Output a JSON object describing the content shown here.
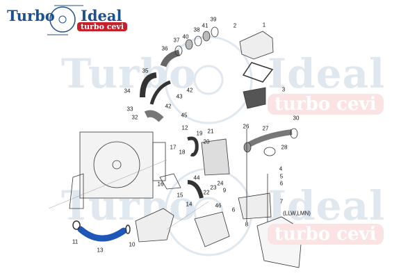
{
  "logo": {
    "left": "Turbo",
    "right": "Ideal",
    "badge": "turbo cevi"
  },
  "watermark": {
    "left": "Turbo",
    "right": "Ideal",
    "badge": "turbo cevi"
  },
  "variant_note": "(LLW,LMN)",
  "highlight_color": "#1f57b8",
  "callouts": [
    "39",
    "2",
    "1",
    "41",
    "38",
    "40",
    "37",
    "36",
    "35",
    "3",
    "42",
    "34",
    "43",
    "33",
    "42",
    "32",
    "45",
    "30",
    "26",
    "27",
    "12",
    "19",
    "21",
    "20",
    "28",
    "17",
    "18",
    "4",
    "44",
    "5",
    "16",
    "24",
    "6",
    "23",
    "22",
    "9",
    "15",
    "7",
    "14",
    "46",
    "6",
    "8",
    "11",
    "13",
    "10"
  ]
}
